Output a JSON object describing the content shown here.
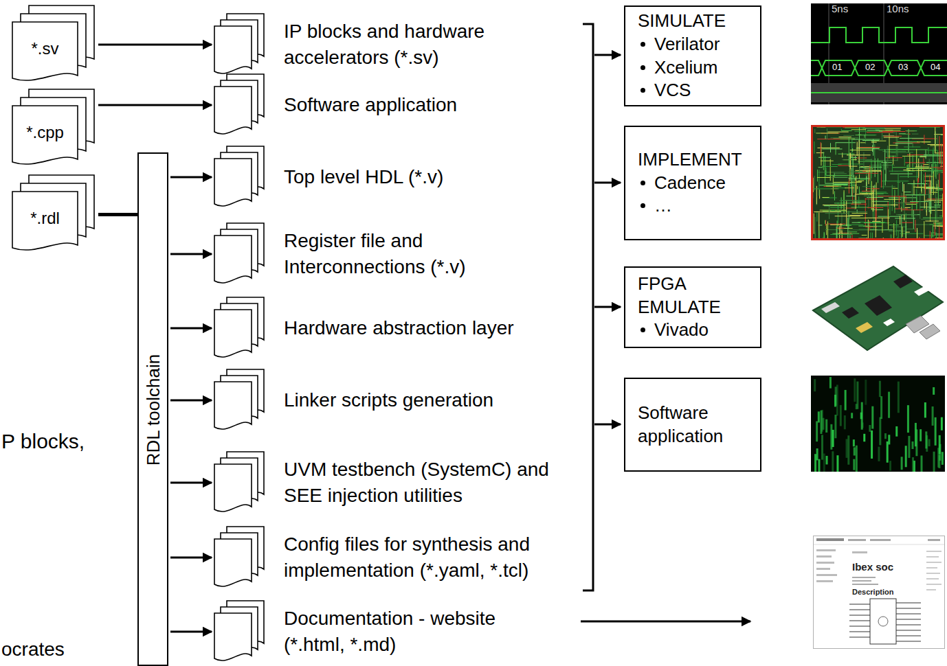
{
  "diagram": {
    "nodes": [
      {
        "text": [
          "*.sv"
        ]
      },
      {
        "text": [
          "*.cpp"
        ]
      },
      {
        "text": [
          "*.rdl"
        ]
      },
      {
        "text": [
          "RDL toolchain"
        ]
      },
      {
        "text": [
          "IP blocks and hardware accelerators (*.sv)"
        ]
      },
      {
        "text": [
          "Software application"
        ]
      },
      {
        "text": [
          "Top level HDL (*.v)"
        ]
      },
      {
        "text": [
          "Register file and Interconnections (*.v)"
        ]
      },
      {
        "text": [
          "Hardware abstraction layer"
        ]
      },
      {
        "text": [
          "Linker scripts generation"
        ]
      },
      {
        "text": [
          "UVM testbench (SystemC) and SEE injection utilities"
        ]
      },
      {
        "text": [
          "Config files for synthesis and implementation (*.yaml, *.tcl)"
        ]
      },
      {
        "text": [
          "Documentation - website (*.html, *.md)"
        ]
      },
      {
        "text": [
          "SIMULATE",
          "Verilator",
          "Xcelium",
          "VCS"
        ]
      },
      {
        "text": [
          "IMPLEMENT",
          "Cadence",
          "…"
        ]
      },
      {
        "text": [
          "FPGA EMULATE",
          "Vivado"
        ]
      },
      {
        "text": [
          "Software application"
        ]
      }
    ],
    "edges": [
      {
        "from": 0,
        "to": 4,
        "arrow": "to"
      },
      {
        "from": 1,
        "to": 5,
        "arrow": "to"
      },
      {
        "from": 2,
        "to": 3,
        "arrow": "none"
      },
      {
        "from": 3,
        "to": 6,
        "arrow": "to"
      },
      {
        "from": 3,
        "to": 7,
        "arrow": "to"
      },
      {
        "from": 3,
        "to": 8,
        "arrow": "to"
      },
      {
        "from": 3,
        "to": 9,
        "arrow": "to"
      },
      {
        "from": 3,
        "to": 10,
        "arrow": "to"
      },
      {
        "from": 3,
        "to": 11,
        "arrow": "to"
      },
      {
        "from": 3,
        "to": 12,
        "arrow": "to"
      }
    ],
    "labels": [
      "5ns",
      "10ns",
      "01",
      "02",
      "03",
      "04",
      "Ibex soc",
      "Description",
      "P blocks,",
      "ocrates"
    ]
  }
}
